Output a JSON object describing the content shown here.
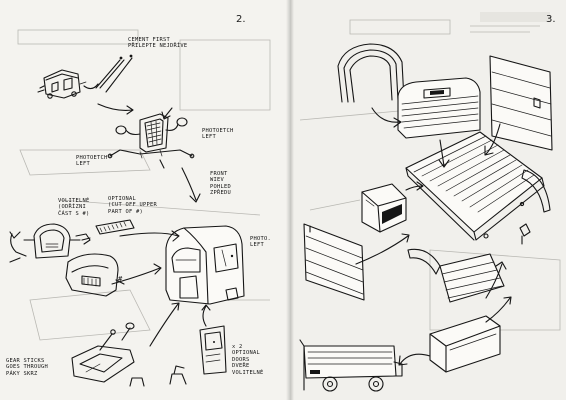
{
  "page_numbers": {
    "left": "2.",
    "right": "3."
  },
  "left_page": {
    "labels": {
      "cement": [
        "CEMENT FIRST",
        "PŘILEPTE NEJDŘÍVE"
      ],
      "photoetch_right": [
        "PHOTOETCH",
        "LEFT"
      ],
      "photoetch_left": [
        "PHOTOETCH",
        "LEFT"
      ],
      "front_view": [
        "FRONT",
        "WIEV",
        "POHLED",
        "ZPŘEDU"
      ],
      "optional": [
        "OPTIONAL",
        "(CUT OFF UPPER",
        "PART OF #)"
      ],
      "volitelne": [
        "VOLITELNÉ",
        "(ODŘÍZNI",
        "ČÁST S #)"
      ],
      "photo_left": [
        "PHOTO.",
        "LEFT"
      ],
      "gear_sticks": [
        "GEAR STICKS",
        "GOES THROUGH",
        "PÁKY SKRZ"
      ],
      "optional_doors": [
        "x 2",
        "OPTIONAL",
        "DOORS",
        "DVEŘE",
        "VOLITELNÉ"
      ],
      "hash_mark": "#"
    }
  },
  "right_page": {
    "labels": {}
  }
}
